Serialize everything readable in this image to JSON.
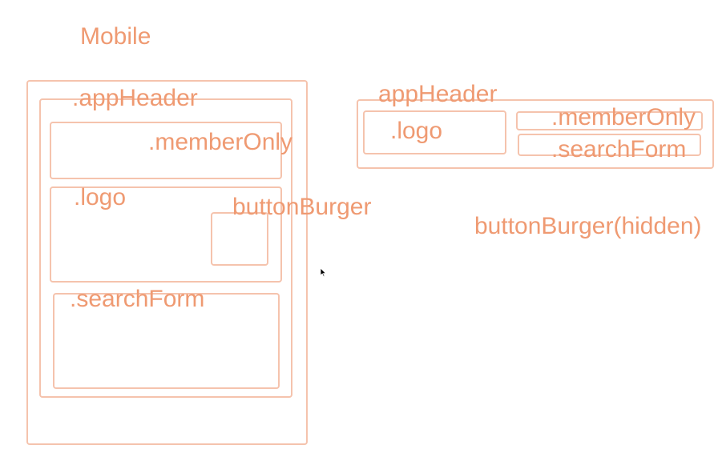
{
  "colors": {
    "box_stroke": "#f5c3ad",
    "label_text": "#ef9a72"
  },
  "mobile": {
    "title": "Mobile",
    "app_header_label": ".appHeader",
    "member_only_label": ".memberOnly",
    "logo_label": ".logo",
    "button_burger_label": "buttonBurger",
    "search_form_label": ".searchForm"
  },
  "desktop": {
    "app_header_label": "appHeader",
    "logo_label": ".logo",
    "member_only_label": ".memberOnly",
    "search_form_label": ".searchForm",
    "button_burger_label": "buttonBurger(hidden)"
  },
  "icons": {
    "cursor": "mouse-pointer-icon"
  }
}
